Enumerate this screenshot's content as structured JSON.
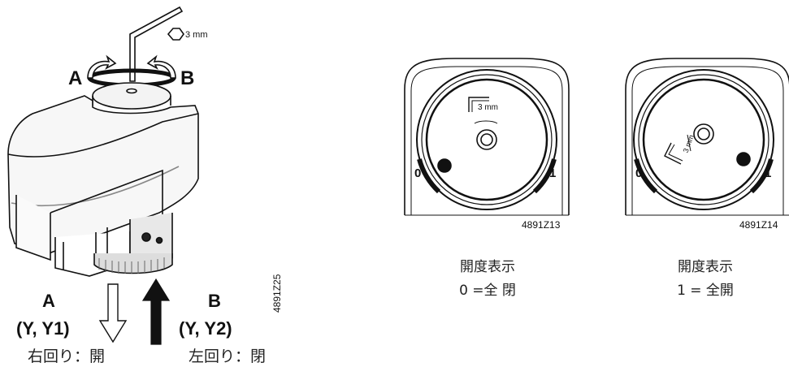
{
  "actuator": {
    "wrench_size": "3 mm",
    "rot_label_a": "A",
    "rot_label_b": "B",
    "dir_a": {
      "letter": "A",
      "signals": "(Y, Y1)",
      "meaning": "右回り：開"
    },
    "dir_b": {
      "letter": "B",
      "signals": "(Y, Y2)",
      "meaning": "左回り：閉"
    },
    "figure_code": "4891Z25"
  },
  "dial_left": {
    "wrench_size": "3 mm",
    "scale_min": "0",
    "scale_max": "1",
    "figure_code": "4891Z13",
    "caption_line1": "開度表示",
    "caption_line2": "0 =全 閉",
    "indicator_position": 0
  },
  "dial_right": {
    "wrench_size": "3 mm",
    "scale_min": "0",
    "scale_max": "1",
    "figure_code": "4891Z14",
    "caption_line1": "開度表示",
    "caption_line2": "1 = 全開",
    "indicator_position": 1
  }
}
